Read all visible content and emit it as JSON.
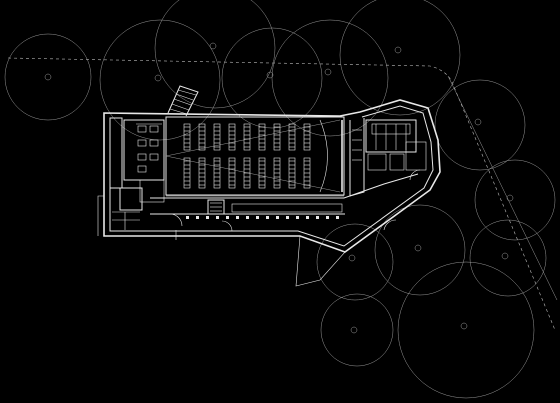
{
  "drawing": {
    "kind": "architectural-site-and-floor-plan",
    "background": "#000000",
    "line_color": "#e8e8e8",
    "trees": 13,
    "cinema_seat_rows": 9,
    "has_scale_or_labels": false
  }
}
